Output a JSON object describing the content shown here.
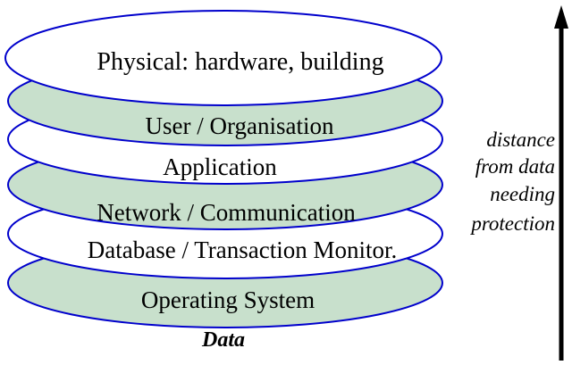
{
  "colors": {
    "background": "#ffffff",
    "ellipse_stroke": "#0000cc",
    "shaded_fill": "#c8e0cc",
    "plain_fill": "#ffffff",
    "arrow": "#000000"
  },
  "layers": [
    {
      "label": "Operating System",
      "fill": "shaded"
    },
    {
      "label": "Database / Transaction Monitor.",
      "fill": "plain"
    },
    {
      "label": "Network / Communication",
      "fill": "shaded"
    },
    {
      "label": "Application",
      "fill": "plain"
    },
    {
      "label": "User / Organisation",
      "fill": "shaded"
    },
    {
      "label": "Physical: hardware, building",
      "fill": "plain"
    }
  ],
  "base_label": "Data",
  "arrow_label": [
    "distance",
    "from data",
    "needing",
    "protection"
  ],
  "arrow_icon": "up-arrow"
}
